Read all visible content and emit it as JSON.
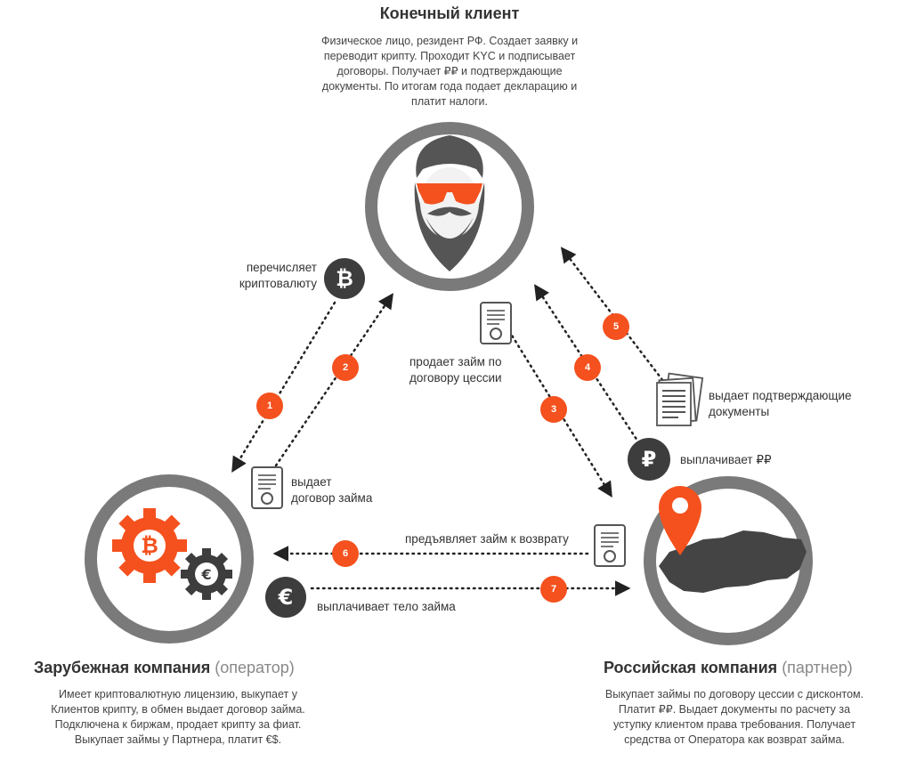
{
  "client": {
    "title": "Конечный клиент",
    "desc": [
      "Физическое лицо, резидент РФ. Создает заявку и",
      "переводит крипту. Проходит KYC и подписывает",
      "договоры. Получает ₽₽ и подтверждающие",
      "документы.  По итогам года подает декларацию и",
      "платит налоги."
    ]
  },
  "operator": {
    "title": "Зарубежная компания",
    "subtitle": "(оператор)",
    "desc": [
      "Имеет криптовалютную лицензию, выкупает у",
      "Клиентов крипту, в обмен выдает договор займа.",
      "Подключена к биржам, продает крипту за фиат.",
      "Выкупает займы у Партнера, платит €$."
    ]
  },
  "partner": {
    "title": "Российская компания",
    "subtitle": "(партнер)",
    "desc": [
      "Выкупает займы по договору цессии с дисконтом.",
      "Платит ₽₽.  Выдает документы по расчету за",
      "уступку клиентом права требования. Получает",
      "средства от Оператора как возврат займа."
    ]
  },
  "steps": [
    "1",
    "2",
    "3",
    "4",
    "5",
    "6",
    "7"
  ],
  "labels": {
    "transfer_crypto": [
      "перечисляет",
      "криптовалюту"
    ],
    "issue_loan": [
      "выдает",
      "договор займа"
    ],
    "sell_loan": [
      "продает займ по",
      "договору цессии"
    ],
    "issue_docs": [
      "выдает подтверждающие",
      "документы"
    ],
    "pay_rub": "выплачивает ₽₽",
    "present_loan": "предъявляет займ к возврату",
    "pay_body": "выплачивает тело займа"
  },
  "symbols": {
    "ruble": "₽",
    "euro": "€",
    "bitcoin": "₿"
  },
  "colors": {
    "accent": "#f4511e",
    "ring": "#7a7a7a",
    "dark": "#3d3d3d"
  }
}
